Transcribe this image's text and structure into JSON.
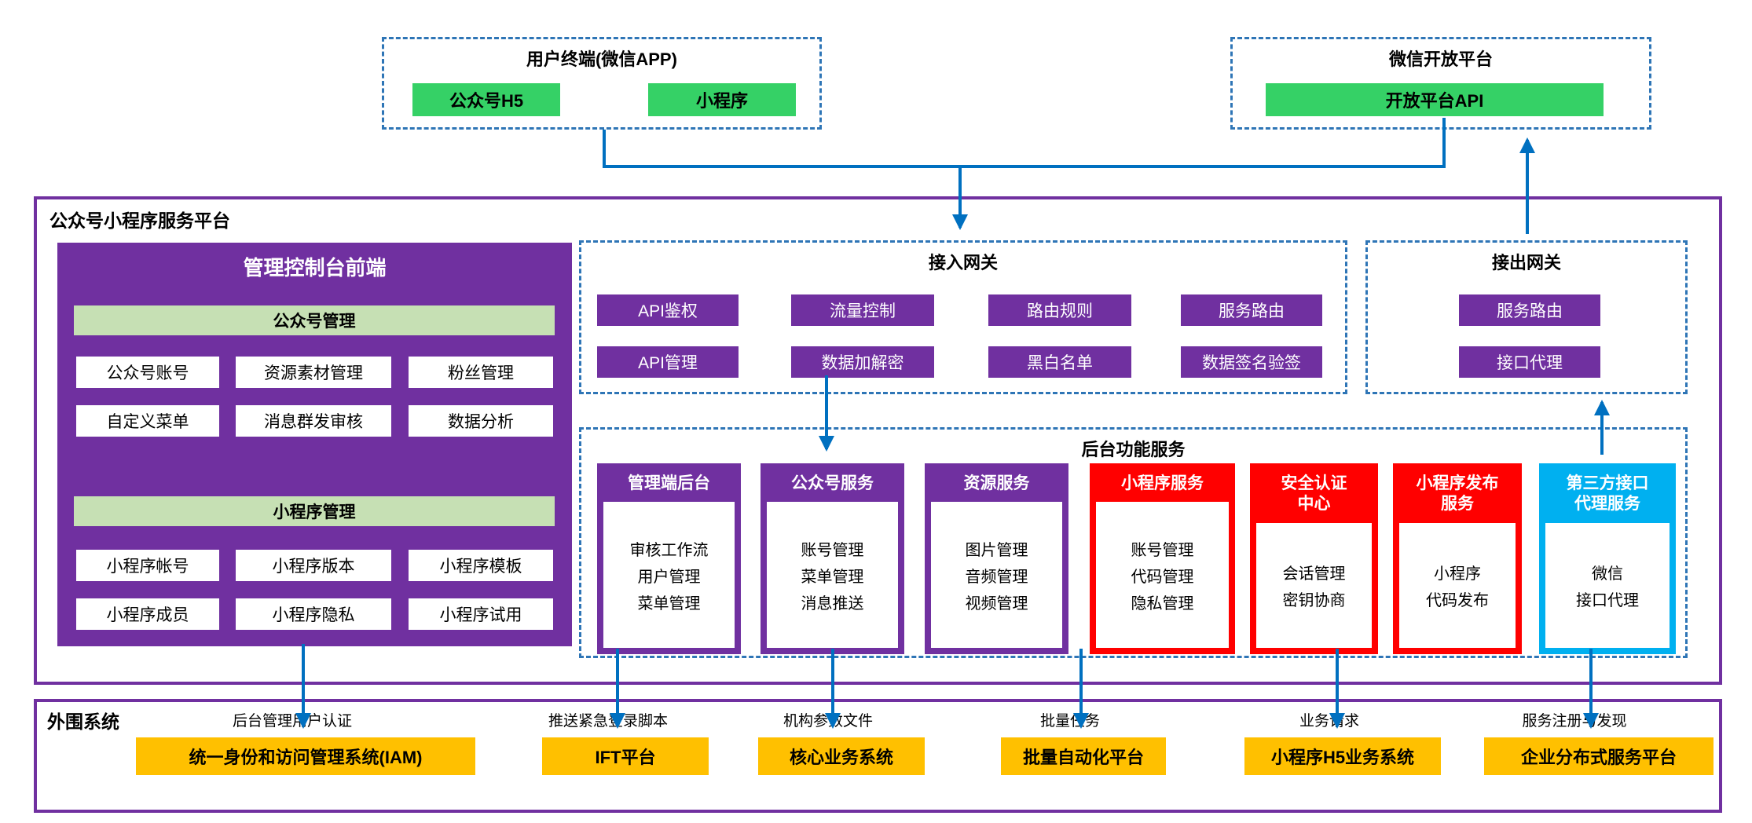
{
  "colors": {
    "purple": "#7030A0",
    "bright_green": "#35D166",
    "light_green": "#C6E0B4",
    "red": "#FF0000",
    "light_blue": "#00B0F0",
    "orange": "#FFC000",
    "arrow_blue": "#0070C0",
    "dashed_border_blue": "#2E75B6"
  },
  "user_terminal": {
    "title": "用户终端(微信APP)",
    "items": [
      "公众号H5",
      "小程序"
    ]
  },
  "wechat_open_platform": {
    "title": "微信开放平台",
    "items": [
      "开放平台API"
    ]
  },
  "platform": {
    "title": "公众号小程序服务平台",
    "console": {
      "title": "管理控制台前端",
      "official_section": {
        "header": "公众号管理",
        "cells": [
          "公众号账号",
          "资源素材管理",
          "粉丝管理",
          "自定义菜单",
          "消息群发审核",
          "数据分析"
        ]
      },
      "miniprogram_section": {
        "header": "小程序管理",
        "cells": [
          "小程序帐号",
          "小程序版本",
          "小程序模板",
          "小程序成员",
          "小程序隐私",
          "小程序试用"
        ]
      }
    },
    "access_gateway": {
      "title": "接入网关",
      "cells": [
        "API鉴权",
        "流量控制",
        "路由规则",
        "服务路由",
        "API管理",
        "数据加解密",
        "黑白名单",
        "数据签名验签"
      ]
    },
    "egress_gateway": {
      "title": "接出网关",
      "cells": [
        "服务路由",
        "接口代理"
      ]
    },
    "backend": {
      "title": "后台功能服务",
      "services": [
        {
          "name": "管理端后台",
          "items": [
            "审核工作流",
            "用户管理",
            "菜单管理"
          ]
        },
        {
          "name": "公众号服务",
          "items": [
            "账号管理",
            "菜单管理",
            "消息推送"
          ]
        },
        {
          "name": "资源服务",
          "items": [
            "图片管理",
            "音频管理",
            "视频管理"
          ]
        },
        {
          "name": "小程序服务",
          "items": [
            "账号管理",
            "代码管理",
            "隐私管理"
          ]
        },
        {
          "name": "安全认证\n中心",
          "items": [
            "会话管理",
            "密钥协商"
          ]
        },
        {
          "name": "小程序发布\n服务",
          "items": [
            "小程序",
            "代码发布"
          ]
        },
        {
          "name": "第三方接口\n代理服务",
          "items": [
            "微信",
            "接口代理"
          ]
        }
      ]
    }
  },
  "peripheral": {
    "title": "外围系统",
    "connections": [
      {
        "label": "后台管理用户认证",
        "system": "统一身份和访问管理系统(IAM)"
      },
      {
        "label": "推送紧急登录脚本",
        "system": "IFT平台"
      },
      {
        "label": "机构参数文件",
        "system": "核心业务系统"
      },
      {
        "label": "批量任务",
        "system": "批量自动化平台"
      },
      {
        "label": "业务请求",
        "system": "小程序H5业务系统"
      },
      {
        "label": "服务注册与发现",
        "system": "企业分布式服务平台"
      }
    ]
  }
}
